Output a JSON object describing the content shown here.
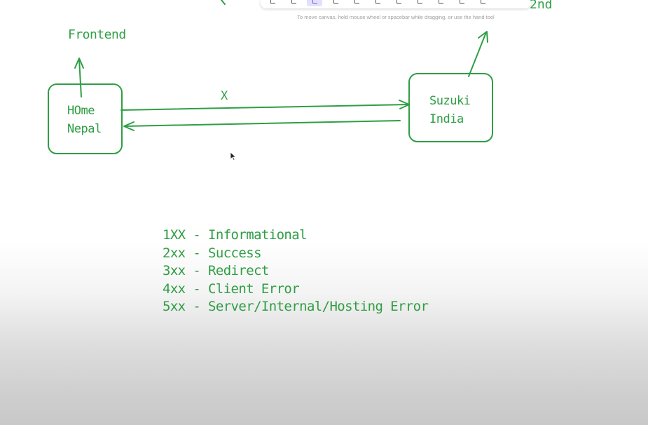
{
  "toolbar": {
    "hint": "To move canvas, hold mouse wheel or spacebar while dragging, or use the hand tool",
    "tools": [
      "hand-tool",
      "selection-tool",
      "rectangle-tool",
      "diamond-tool",
      "ellipse-tool",
      "arrow-tool",
      "line-tool",
      "draw-tool",
      "text-tool",
      "image-tool",
      "eraser-tool"
    ]
  },
  "canvas": {
    "label_frontend": "Frontend",
    "label_backend_partial": "2nd",
    "label_x": "X",
    "box_left": {
      "line1": "HOme",
      "line2": "Nepal"
    },
    "box_right": {
      "line1": "Suzuki",
      "line2": "India"
    },
    "status_codes": [
      "1XX - Informational",
      "2xx - Success",
      "3xx - Redirect",
      "4xx - Client Error",
      "5xx - Server/Internal/Hosting Error"
    ]
  },
  "colors": {
    "stroke": "#2f9e44",
    "toolbar_active": "#e2dfff",
    "hint_text": "#a0a0a0"
  }
}
